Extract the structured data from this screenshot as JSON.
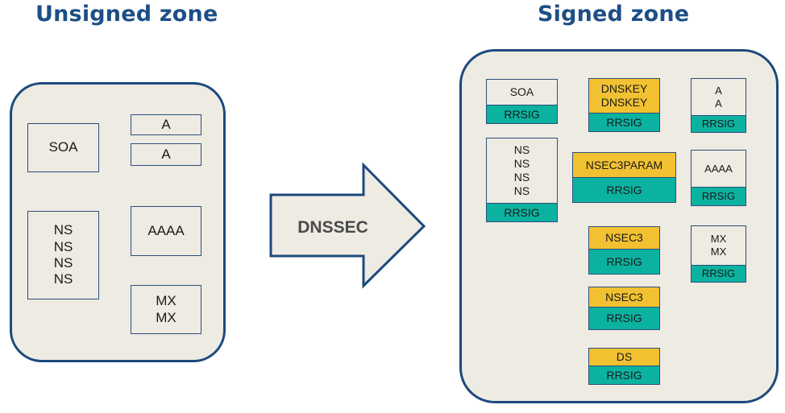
{
  "titles": {
    "unsigned": "Unsigned zone",
    "signed": "Signed zone"
  },
  "arrow_label": "DNSSEC",
  "colors": {
    "title": "#1d4f86",
    "zone_fill": "#eeebe3",
    "zone_border": "#1d4a7c",
    "rrsig": "#0cb2a0",
    "dnssec_record": "#f1c132"
  },
  "unsigned_zone": {
    "soa": [
      "SOA"
    ],
    "a1": [
      "A"
    ],
    "a2": [
      "A"
    ],
    "ns": [
      "NS",
      "NS",
      "NS",
      "NS"
    ],
    "aaaa": [
      "AAAA"
    ],
    "mx": [
      "MX",
      "MX"
    ]
  },
  "signed_zone": {
    "soa": {
      "lines": [
        "SOA"
      ],
      "sig": "RRSIG"
    },
    "dnskey": {
      "lines": [
        "DNSKEY",
        "DNSKEY"
      ],
      "sig": "RRSIG"
    },
    "a": {
      "lines": [
        "A",
        "A"
      ],
      "sig": "RRSIG"
    },
    "ns": {
      "lines": [
        "NS",
        "NS",
        "NS",
        "NS"
      ],
      "sig": "RRSIG"
    },
    "nsec3param": {
      "lines": [
        "NSEC3PARAM"
      ],
      "sig": "RRSIG"
    },
    "aaaa": {
      "lines": [
        "AAAA"
      ],
      "sig": "RRSIG"
    },
    "nsec3_1": {
      "lines": [
        "NSEC3"
      ],
      "sig": "RRSIG"
    },
    "mx": {
      "lines": [
        "MX",
        "MX"
      ],
      "sig": "RRSIG"
    },
    "nsec3_2": {
      "lines": [
        "NSEC3"
      ],
      "sig": "RRSIG"
    },
    "ds": {
      "lines": [
        "DS"
      ],
      "sig": "RRSIG"
    }
  }
}
